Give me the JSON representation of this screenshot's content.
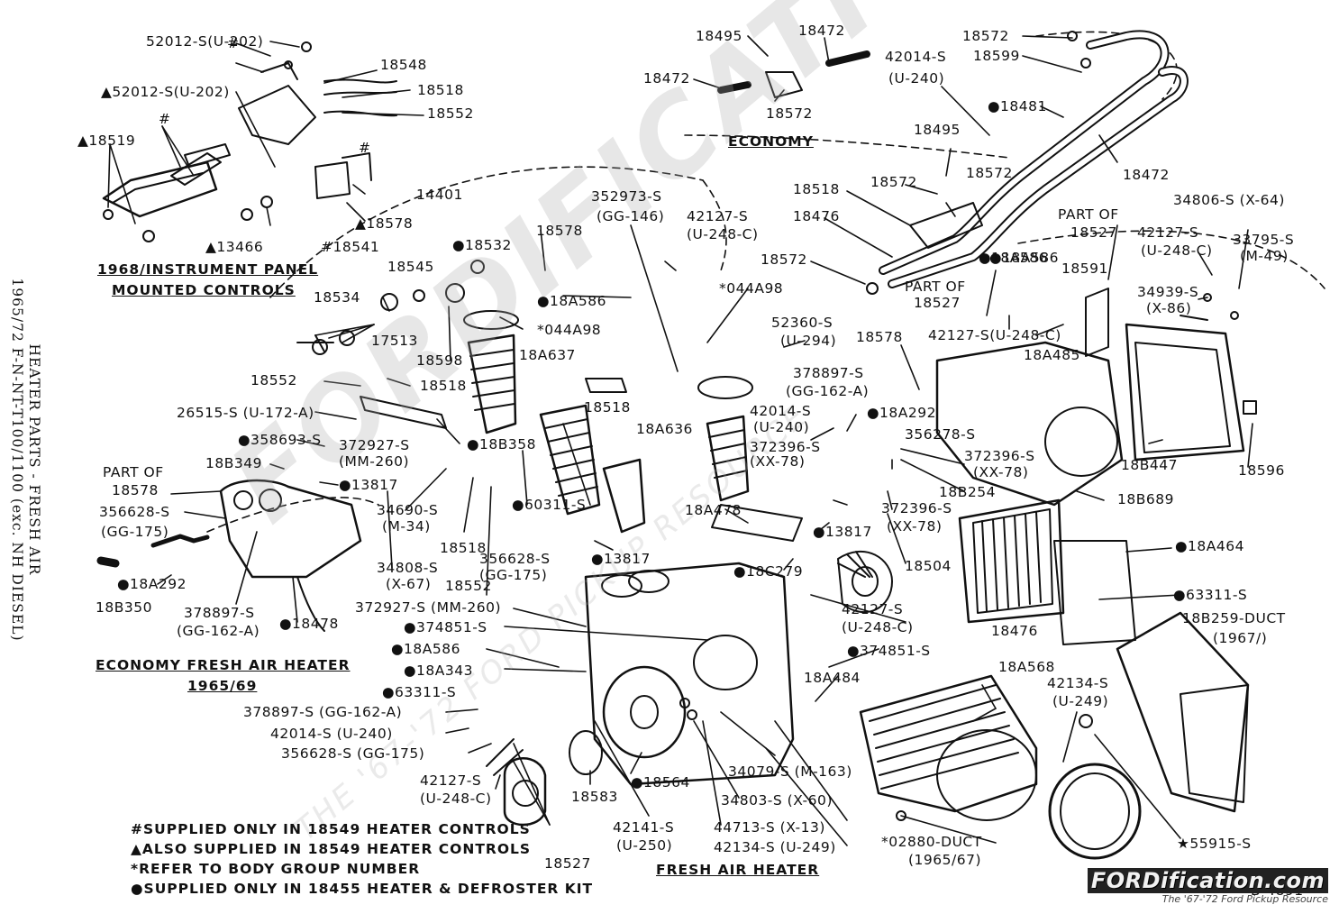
{
  "side_title": {
    "line1": "HEATER PARTS - FRESH AIR",
    "line2": "1965/72 F-N-NT-T100/1100 (exc. NH DIESEL)"
  },
  "section_headers": {
    "instrument_panel_1": "1968/INSTRUMENT PANEL",
    "instrument_panel_2": "MOUNTED CONTROLS",
    "economy": "ECONOMY",
    "economy_fresh_air_1": "ECONOMY FRESH AIR HEATER",
    "economy_fresh_air_2": "1965/69",
    "fresh_air_heater": "FRESH AIR HEATER"
  },
  "footnotes": [
    "#SUPPLIED ONLY IN 18549 HEATER CONTROLS",
    "▲ALSO SUPPLIED IN 18549 HEATER CONTROLS",
    "*REFER TO BODY GROUP NUMBER",
    "●SUPPLIED ONLY IN 18455 HEATER & DEFROSTER KIT"
  ],
  "drawing_number": "B-4891",
  "watermark": {
    "main": "FORDIFICATION.COM",
    "sub": "THE '67-'72 FORD PICKUP RESOURCE"
  },
  "logo": {
    "main": "FORDification.com",
    "sub": "The '67-'72 Ford Pickup Resource"
  },
  "part_labels": [
    "52012-S(U-202)",
    "18548",
    "▲52012-S(U-202)",
    "18518",
    "18552",
    "▲18519",
    "14401",
    "▲18578",
    "▲13466",
    "#18541",
    "#",
    "#",
    "#",
    "18495",
    "18472",
    "18472",
    "18572",
    "42014-S",
    "(U-240)",
    "18572",
    "18599",
    "●18481",
    "18495",
    "18572",
    "18472",
    "18518",
    "18572",
    "18476",
    "18572",
    "352973-S",
    "(GG-146)",
    "18578",
    "●18532",
    "42127-S",
    "(U-248-C)",
    "18545",
    "●18A586",
    "*044A98",
    "*044A98",
    "●18A586",
    "18534",
    "17513",
    "18598",
    "18A637",
    "52360-S",
    "(U-294)",
    "18578",
    "18552",
    "18518",
    "18518",
    "26515-S (U-172-A)",
    "●18B358",
    "●358693-S",
    "18B349",
    "372927-S",
    "(MM-260)",
    "●13817",
    "PART OF",
    "18578",
    "356628-S",
    "(GG-175)",
    "34690-S",
    "(M-34)",
    "18518",
    "●60311-S",
    "18A636",
    "378897-S",
    "(GG-162-A)",
    "42014-S",
    "(U-240)",
    "372396-S",
    "(XX-78)",
    "●18A292",
    "356278-S",
    "372396-S",
    "(XX-78)",
    "PART OF",
    "18527",
    "●18A586",
    "18591",
    "PART OF",
    "18527",
    "42127-S",
    "(U-248-C)",
    "34806-S (X-64)",
    "33795-S",
    "(M-49)",
    "34939-S",
    "(X-86)",
    "42127-S(U-248-C)",
    "18A485",
    "18B447",
    "18596",
    "18B254",
    "18B689",
    "372396-S",
    "(XX-78)",
    "18A478",
    "●13817",
    "18504",
    "●18C279",
    "34808-S",
    "(X-67)",
    "18552",
    "356628-S",
    "(GG-175)",
    "●13817",
    "●18A292",
    "18B350",
    "378897-S",
    "(GG-162-A)",
    "●18478",
    "372927-S (MM-260)",
    "●374851-S",
    "●18A586",
    "●18A343",
    "●63311-S",
    "378897-S (GG-162-A)",
    "42014-S (U-240)",
    "356628-S (GG-175)",
    "42127-S",
    "(U-248-C)",
    "18583",
    "●18564",
    "42141-S",
    "(U-250)",
    "18527",
    "34079-S (M-163)",
    "34803-S (X-60)",
    "44713-S (X-13)",
    "42134-S (U-249)",
    "18A484",
    "●374851-S",
    "42127-S",
    "(U-248-C)",
    "18476",
    "●18A464",
    "●63311-S",
    "18B259-DUCT",
    "(1967/)",
    "18A568",
    "42134-S",
    "(U-249)",
    "*02880-DUCT",
    "(1965/67)",
    "★55915-S"
  ]
}
